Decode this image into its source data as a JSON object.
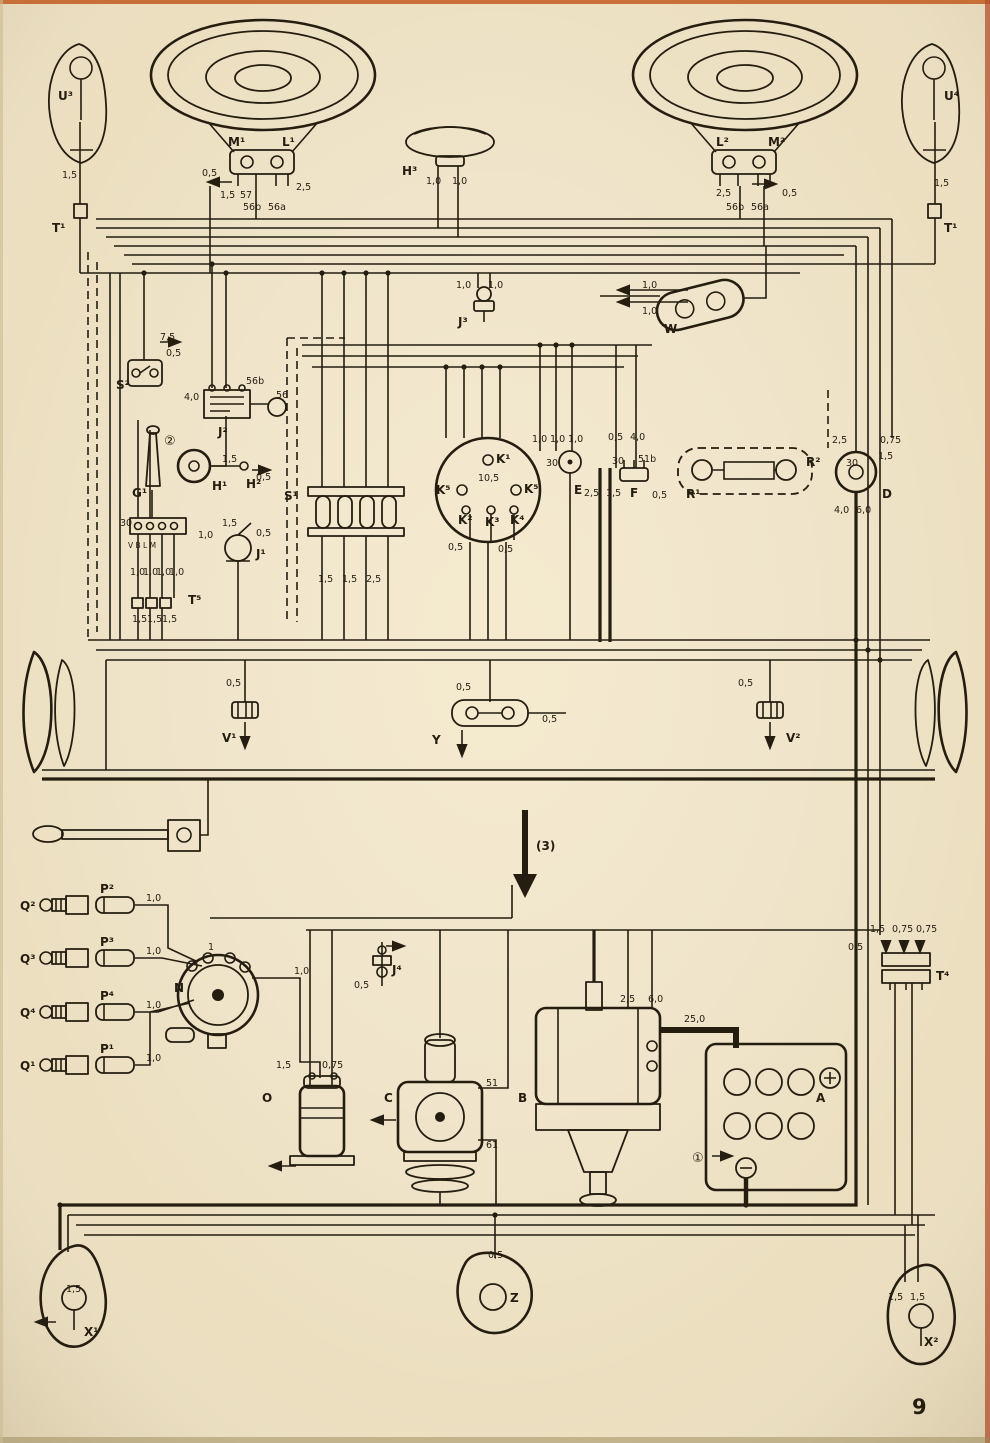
{
  "page": {
    "number": "9",
    "paper_color": "#ecdfc0",
    "ink_color": "#241d10",
    "scan_edge_color": "#c4632a"
  },
  "components": {
    "U3": "U³",
    "U4": "U⁴",
    "T1_left": "T¹",
    "T1_right": "T¹",
    "M1": "M¹",
    "L1": "L¹",
    "L2": "L²",
    "M2": "M²",
    "H3": "H³",
    "J3": "J³",
    "W": "W",
    "S2": "S²",
    "J2": "J²",
    "circled2": "②",
    "G1": "G¹",
    "H1": "H¹",
    "H2": "H²",
    "K1": "K¹",
    "K5_left": "K⁵",
    "K5_right": "K⁵",
    "K2": "K²",
    "K3": "K³",
    "K4": "K⁴",
    "E": "E",
    "F": "F",
    "R1": "R¹",
    "R2": "R²",
    "D": "D",
    "S1": "S¹",
    "J1": "J¹",
    "T5": "T⁵",
    "T5_terminals": "V B L M",
    "V1": "V¹",
    "Y": "Y",
    "V2": "V²",
    "arrow3": "(3)",
    "Q2": "Q²",
    "Q3": "Q³",
    "Q4": "Q⁴",
    "Q1": "Q¹",
    "P2": "P²",
    "P3": "P³",
    "P4": "P⁴",
    "P1": "P¹",
    "N": "N",
    "J4": "J⁴",
    "O": "O",
    "C": "C",
    "B": "B",
    "A": "A",
    "T4": "T⁴",
    "X1": "X¹",
    "X2": "X²",
    "Z": "Z",
    "circled1": "①"
  },
  "gauges": {
    "g05": "0,5",
    "g075": "0,75",
    "g10": "1,0",
    "g15": "1,5",
    "g25": "2,5",
    "g40": "4,0",
    "g60": "6,0",
    "g75": "7,5",
    "g105": "10,5",
    "g250": "25,0",
    "t1": "1",
    "t30": "30",
    "t51": "51",
    "t51b": "51b",
    "t56": "56",
    "t56a": "56a",
    "t56b": "56b",
    "t57": "57",
    "t61": "61"
  }
}
